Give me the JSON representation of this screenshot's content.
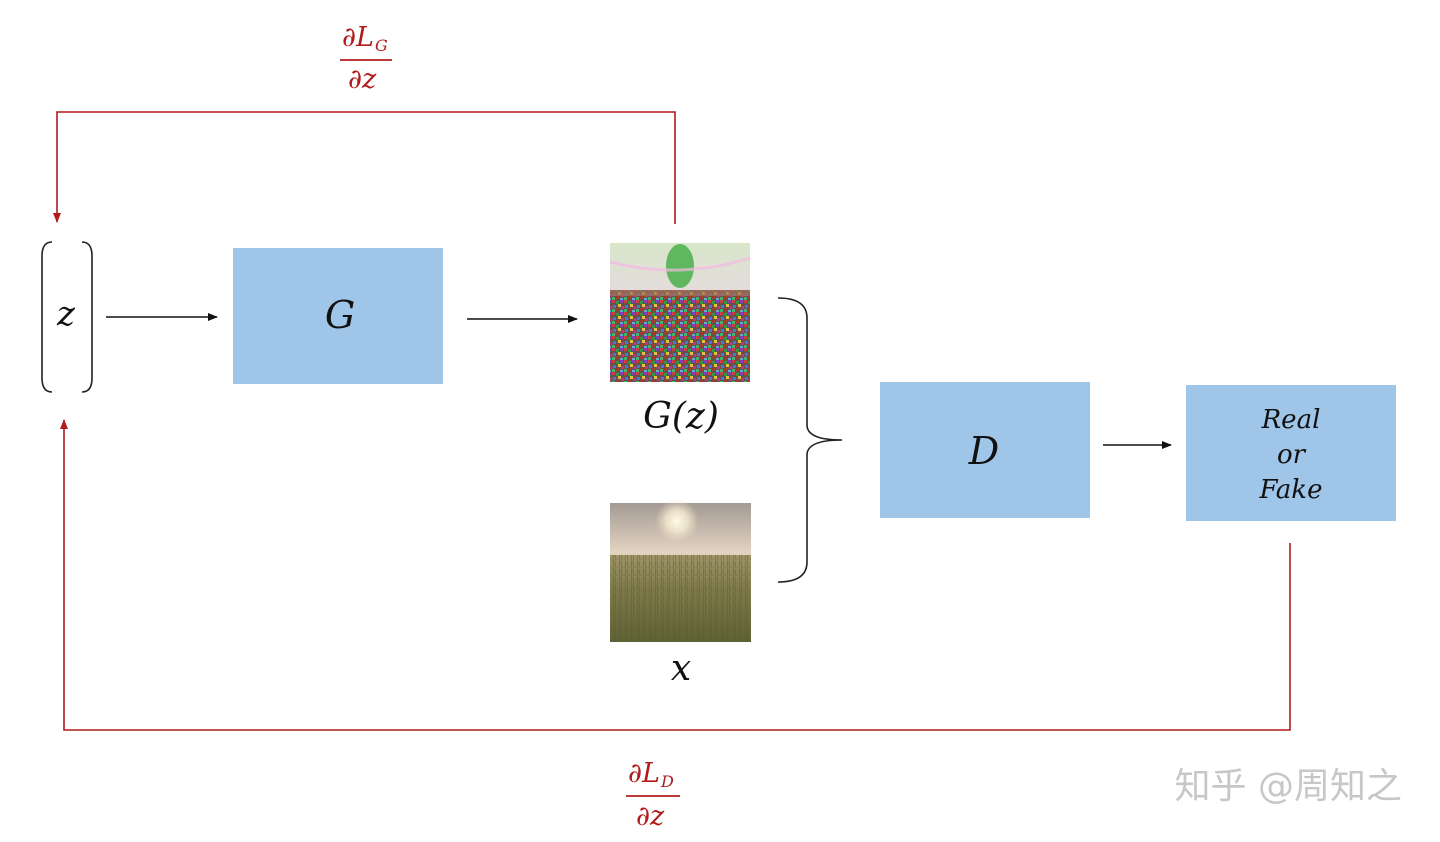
{
  "nodes": {
    "z_label": "z",
    "generator_label": "G",
    "generated_label": "G(z)",
    "real_label": "x",
    "discriminator_label": "D",
    "output_lines": [
      "Real",
      "or",
      "Fake"
    ]
  },
  "gradients": {
    "top": {
      "numerator": "∂L",
      "subscript": "G",
      "denominator": "∂z"
    },
    "bottom": {
      "numerator": "∂L",
      "subscript": "D",
      "denominator": "∂z"
    }
  },
  "watermark": "知乎 @周知之",
  "colors": {
    "box_fill": "#9fc5e8",
    "gradient_arrow": "#b01c1c",
    "forward_arrow": "#111111"
  },
  "icons": {
    "generated_image": "noisy-generated-image-thumbnail",
    "real_image": "foggy-grass-field-photo-thumbnail"
  }
}
